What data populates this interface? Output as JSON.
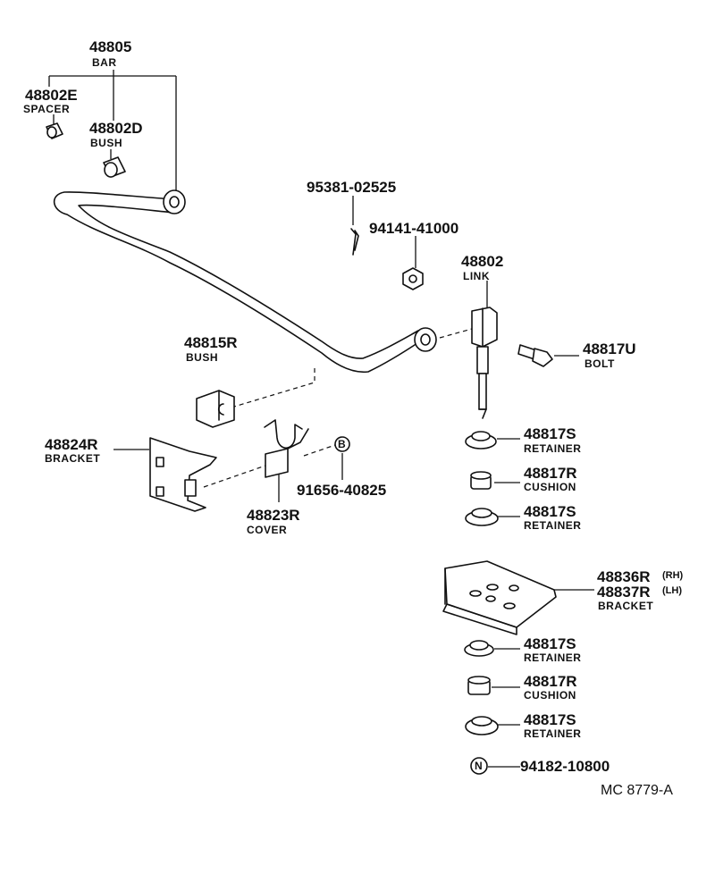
{
  "parts": {
    "bar": {
      "number": "48805",
      "name": "BAR"
    },
    "spacer": {
      "number": "48802E",
      "name": "SPACER"
    },
    "bush_d": {
      "number": "48802D",
      "name": "BUSH"
    },
    "cotter_pin": {
      "number": "95381-02525"
    },
    "nut": {
      "number": "94141-41000"
    },
    "link": {
      "number": "48802",
      "name": "LINK"
    },
    "bush_r": {
      "number": "48815R",
      "name": "BUSH"
    },
    "bolt": {
      "number": "48817U",
      "name": "BOLT"
    },
    "bracket_r": {
      "number": "48824R",
      "name": "BRACKET"
    },
    "bolt_b": {
      "number": "91656-40825",
      "symbol": "B"
    },
    "cover": {
      "number": "48823R",
      "name": "COVER"
    },
    "retainer_1": {
      "number": "48817S",
      "name": "RETAINER"
    },
    "cushion_1": {
      "number": "48817R",
      "name": "CUSHION"
    },
    "retainer_2": {
      "number": "48817S",
      "name": "RETAINER"
    },
    "bracket_rh": {
      "number": "48836R",
      "side": "(RH)"
    },
    "bracket_lh": {
      "number": "48837R",
      "side": "(LH)",
      "name": "BRACKET"
    },
    "retainer_3": {
      "number": "48817S",
      "name": "RETAINER"
    },
    "cushion_2": {
      "number": "48817R",
      "name": "CUSHION"
    },
    "retainer_4": {
      "number": "48817S",
      "name": "RETAINER"
    },
    "nut_n": {
      "number": "94182-10800",
      "symbol": "N"
    }
  },
  "footer": {
    "code": "MC  8779-A"
  }
}
